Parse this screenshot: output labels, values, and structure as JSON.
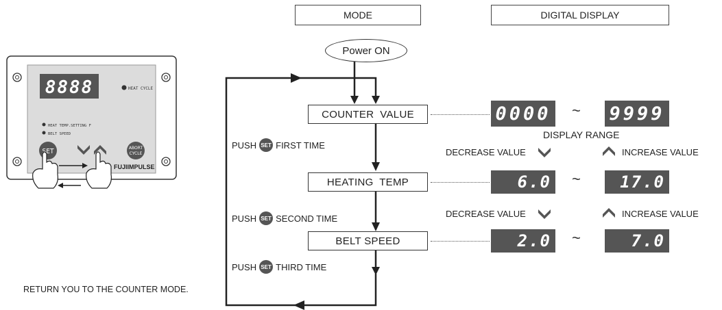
{
  "headers": {
    "mode": "MODE",
    "digital_display": "DIGITAL DISPLAY"
  },
  "power_on": "Power ON",
  "modes": {
    "counter_value": "COUNTER  VALUE",
    "heating_temp": "HEATING  TEMP",
    "belt_speed": "BELT SPEED"
  },
  "displays": {
    "counter_min": "0000",
    "counter_max": "9999",
    "display_range_label": "DISPLAY RANGE",
    "heat_min": "6.0",
    "heat_max": "17.0",
    "belt_min": "2.0",
    "belt_max": "7.0",
    "tilde": "~"
  },
  "labels": {
    "decrease_value": "DECREASE VALUE",
    "increase_value": "INCREASE VALUE"
  },
  "push_steps": {
    "push": "PUSH",
    "set": "SET",
    "first": "FIRST TIME",
    "second": "SECOND TIME",
    "third": "THIRD TIME"
  },
  "return_text": "RETURN YOU TO THE COUNTER MODE.",
  "panel": {
    "display": "8888",
    "heat_cycle": "HEAT CYCLE",
    "heat_temp_setting": "HEAT TEMP.SETTING F",
    "belt_speed": "BELT SPEED",
    "set_label": "SET",
    "abort_label_1": "ABORT",
    "abort_label_2": "CYCLE",
    "brand": "FUJIIMPULSE"
  },
  "colors": {
    "dark_segment": "#555555",
    "line": "#222222"
  }
}
